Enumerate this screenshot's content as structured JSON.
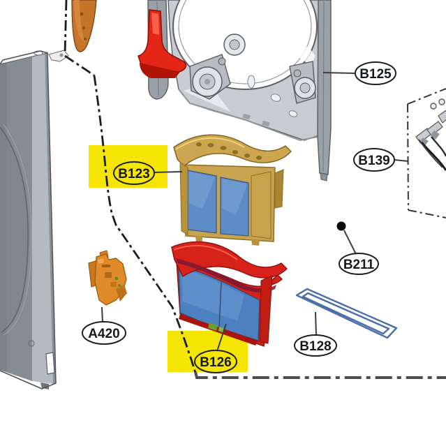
{
  "parts": [
    {
      "code": "B125",
      "highlighted": false
    },
    {
      "code": "B139",
      "highlighted": false
    },
    {
      "code": "B123",
      "highlighted": true
    },
    {
      "code": "B211",
      "highlighted": false
    },
    {
      "code": "A420",
      "highlighted": false
    },
    {
      "code": "B128",
      "highlighted": false
    },
    {
      "code": "B126",
      "highlighted": true
    }
  ],
  "colors": {
    "background": "#ffffff",
    "highlight_yellow": "#f5e500",
    "part_red": "#d7221a",
    "bracket_red": "#e42616",
    "part_gold": "#c9a44e",
    "mesh_blue": "#5d8cc6",
    "gasket_blue": "#4a6fa8",
    "part_orange": "#e08a2a",
    "metal_gray": "#c6ccd1",
    "line_black": "#1c1c1c"
  }
}
